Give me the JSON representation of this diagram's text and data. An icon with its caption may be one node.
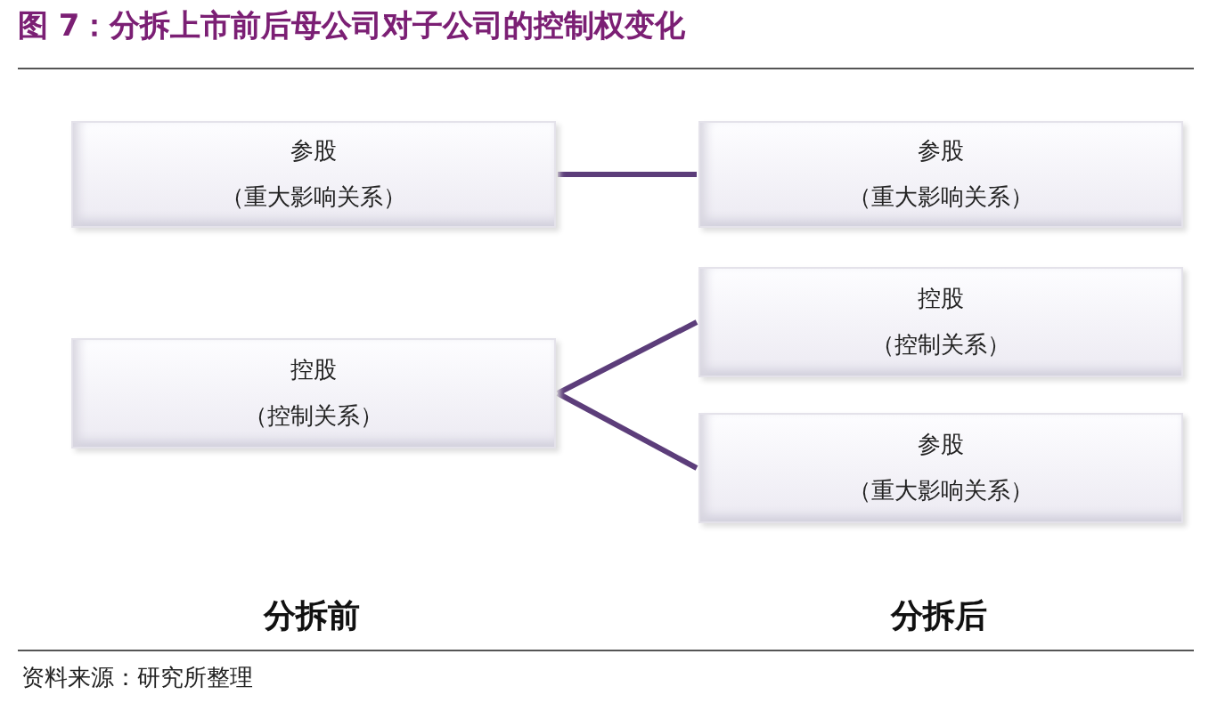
{
  "diagram": {
    "title": "图 7：分拆上市前后母公司对子公司的控制权变化",
    "nodes": [
      {
        "text": [
          "参股",
          "（重大影响关系）"
        ]
      },
      {
        "text": [
          "控股",
          "（控制关系）"
        ]
      },
      {
        "text": [
          "参股",
          "（重大影响关系）"
        ]
      },
      {
        "text": [
          "控股",
          "（控制关系）"
        ]
      },
      {
        "text": [
          "参股",
          "（重大影响关系）"
        ]
      }
    ],
    "edges": [
      {
        "from": 0,
        "to": 2,
        "arrow": "none"
      },
      {
        "from": 1,
        "to": 3,
        "arrow": "none"
      },
      {
        "from": 1,
        "to": 4,
        "arrow": "none"
      }
    ],
    "labels": [
      "分拆前",
      "分拆后",
      "资料来源：研究所整理"
    ]
  }
}
